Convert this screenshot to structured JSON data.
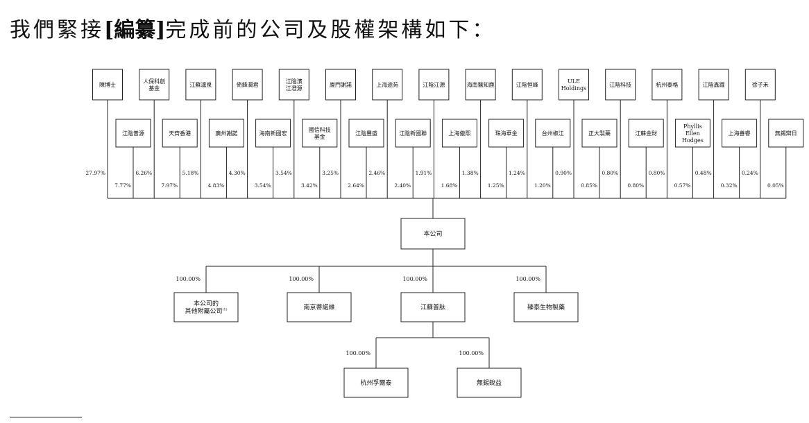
{
  "heading": {
    "before": "我們緊接",
    "bracket_open": "[",
    "redacted": "編纂",
    "bracket_close": "]",
    "after": "完成前的公司及股權架構如下："
  },
  "shareholders": [
    {
      "name": "陳博士",
      "pct": "27.97%"
    },
    {
      "name": "江陰普源",
      "pct": "7.77%"
    },
    {
      "name": "人保科創\n基金",
      "pct": "6.26%"
    },
    {
      "name": "天齊香港",
      "pct": "7.97%"
    },
    {
      "name": "江蘇瀘泉",
      "pct": "5.18%"
    },
    {
      "name": "廣州謝諾",
      "pct": "4.83%"
    },
    {
      "name": "倚鋒潤君",
      "pct": "4.30%"
    },
    {
      "name": "海南新國宏",
      "pct": "3.54%"
    },
    {
      "name": "江陰濱\n江澄源",
      "pct": "3.54%"
    },
    {
      "name": "國信科技\n基金",
      "pct": "3.42%"
    },
    {
      "name": "廈門謝諾",
      "pct": "3.25%"
    },
    {
      "name": "江陰豐盛",
      "pct": "2.64%"
    },
    {
      "name": "上海途苑",
      "pct": "2.46%"
    },
    {
      "name": "江陰新國聯",
      "pct": "2.40%"
    },
    {
      "name": "江陰江源",
      "pct": "1.91%"
    },
    {
      "name": "上海傲熙",
      "pct": "1.68%"
    },
    {
      "name": "海南醫知鹿",
      "pct": "1.38%"
    },
    {
      "name": "珠海華金",
      "pct": "1.25%"
    },
    {
      "name": "江陰恒峰",
      "pct": "1.24%"
    },
    {
      "name": "台州椒江",
      "pct": "1.20%"
    },
    {
      "name": "ULE\nHoldings",
      "pct": "0.90%"
    },
    {
      "name": "正大製藥",
      "pct": "0.85%"
    },
    {
      "name": "江陰科技",
      "pct": "0.80%"
    },
    {
      "name": "江蘇金財",
      "pct": "0.80%"
    },
    {
      "name": "杭州泰格",
      "pct": "0.80%"
    },
    {
      "name": "Phyllis\nEllen\nHodges",
      "pct": "0.57%"
    },
    {
      "name": "江陰鑫躍",
      "pct": "0.48%"
    },
    {
      "name": "上海善睿",
      "pct": "0.32%"
    },
    {
      "name": "徐子禾",
      "pct": "0.24%"
    },
    {
      "name": "無錫辯日",
      "pct": "0.05%"
    }
  ],
  "company": {
    "name": "本公司"
  },
  "subsidiaries": [
    {
      "name": "本公司的\n其他附屬公司",
      "note": "(1)",
      "pct": "100.00%"
    },
    {
      "name": "南京蒂諾維",
      "pct": "100.00%"
    },
    {
      "name": "江蘇普肽",
      "pct": "100.00%"
    },
    {
      "name": "臻泰生物製藥",
      "pct": "100.00%"
    }
  ],
  "sub_subsidiaries": [
    {
      "name": "杭州孚爾泰",
      "pct": "100.00%"
    },
    {
      "name": "無錫銳益",
      "pct": "100.00%"
    }
  ]
}
